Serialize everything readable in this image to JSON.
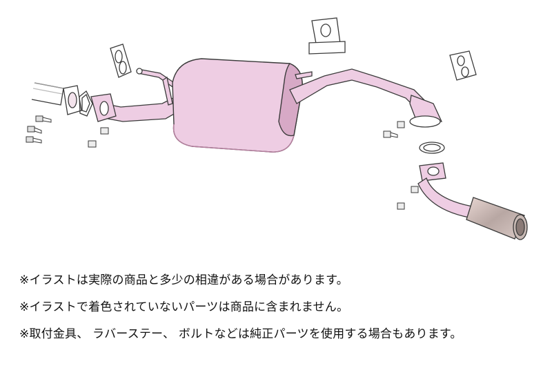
{
  "notes": [
    "※イラストは実際の商品と多少の相違がある場合があります。",
    "※イラストで着色されていないパーツは商品に含まれません。",
    "※取付金具、 ラバーステー、 ボルトなどは純正パーツを使用する場合もあります。"
  ],
  "colors": {
    "part_fill": "#eecde3",
    "part_shade": "#d7a9c6",
    "outline": "#3a3a3a",
    "uncolored_part": "#ffffff",
    "tip_metal": "#c8b9b4"
  }
}
